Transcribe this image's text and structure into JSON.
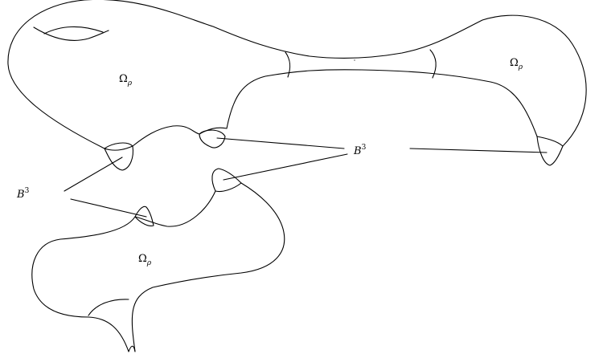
{
  "labels": {
    "omega_top_left": {
      "symbol": "Ω",
      "subscript": "ρ"
    },
    "omega_top_right": {
      "symbol": "Ω",
      "subscript": "ρ"
    },
    "omega_bottom": {
      "symbol": "Ω",
      "subscript": "ρ"
    },
    "ball_left": {
      "letter": "B",
      "superscript": "3"
    },
    "ball_right": {
      "letter": "B",
      "superscript": "3"
    }
  }
}
